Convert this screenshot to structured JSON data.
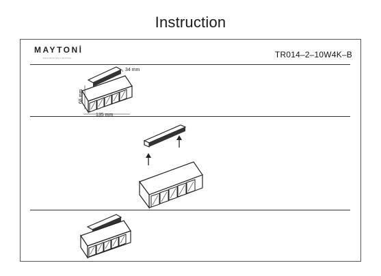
{
  "header": {
    "title": "Instruction"
  },
  "brand": {
    "name": "MAYTONİ",
    "tagline": "DECORATIVE LIGHTING"
  },
  "product": {
    "model": "TR014–2–10W4K–B"
  },
  "dimensions": {
    "depth": "34 mm",
    "height": "68 mm",
    "length": "135 mm"
  },
  "icons": [
    "up-arrow-icon"
  ]
}
